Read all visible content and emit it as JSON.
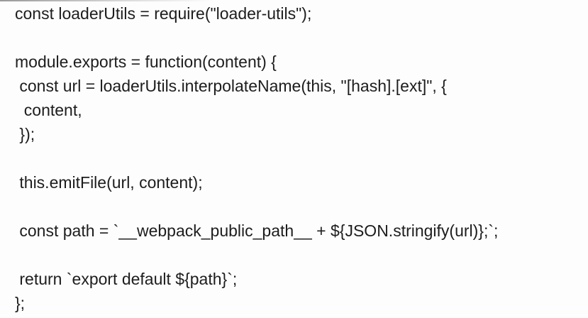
{
  "page": {
    "kind": "code-snippet",
    "background_color": "#fdfdfd",
    "text_color": "#1d1d1d"
  },
  "code": {
    "language": "javascript",
    "lines": [
      "const loaderUtils = require(\"loader-utils\");",
      "",
      "module.exports = function(content) {",
      " const url = loaderUtils.interpolateName(this, \"[hash].[ext]\", {",
      "  content,",
      " });",
      "",
      " this.emitFile(url, content);",
      "",
      " const path = `__webpack_public_path__ + ${JSON.stringify(url)};`;",
      "",
      " return `export default ${path}`;",
      "};"
    ]
  }
}
